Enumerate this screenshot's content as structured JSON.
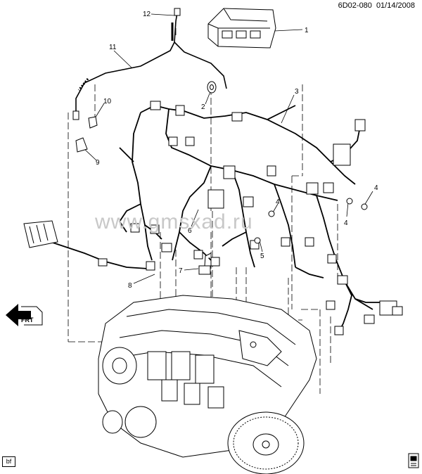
{
  "header": {
    "drawing_id": "6D02-080",
    "date": "01/14/2008"
  },
  "watermark": "www.gmsxad.ru",
  "front_indicator": "FRT",
  "corner_tag": "bf",
  "callouts": {
    "c1": "1",
    "c2": "2",
    "c3": "3",
    "c4a": "4",
    "c4b": "4",
    "c4c": "4",
    "c5": "5",
    "c6": "6",
    "c7": "7",
    "c8": "8",
    "c9": "9",
    "c10": "10",
    "c11": "11",
    "c12": "12"
  },
  "icons": {
    "book": "book-icon",
    "front_arrow": "front-arrow-icon"
  }
}
